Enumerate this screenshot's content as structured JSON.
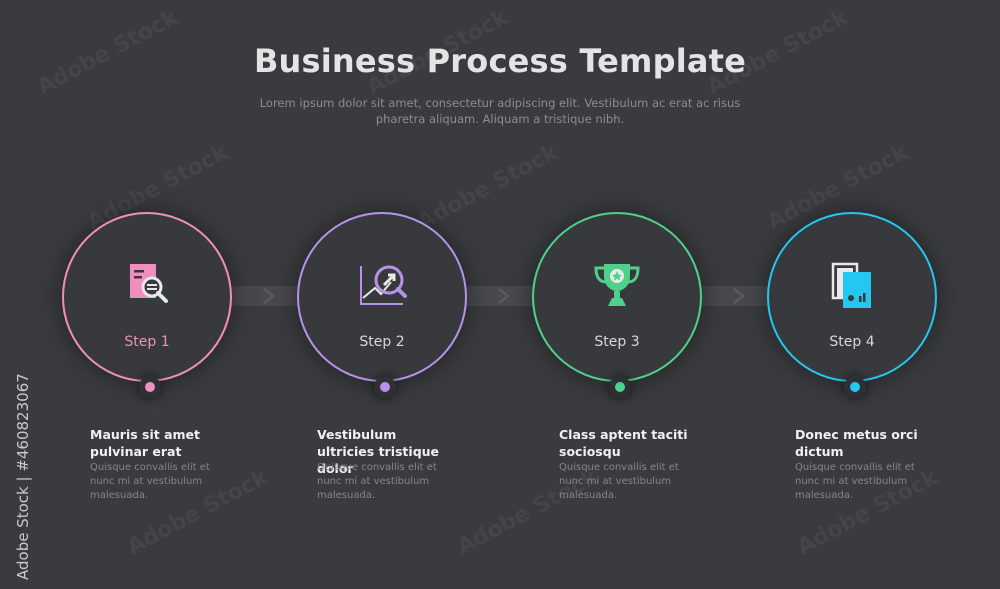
{
  "header": {
    "title": "Business Process Template",
    "subtitle": "Lorem ipsum dolor sit amet, consectetur adipiscing elit. Vestibulum ac erat ac risus pharetra aliquam. Aliquam a tristique nibh."
  },
  "steps": [
    {
      "label": "Step 1",
      "icon": "document-search-icon",
      "color": "#f08fbf",
      "heading": "Mauris sit amet pulvinar erat",
      "text": "Quisque convallis elit et nunc mi at vestibulum malesuada."
    },
    {
      "label": "Step 2",
      "icon": "growth-magnifier-icon",
      "color": "#b792ea",
      "heading": "Vestibulum ultricies tristique dolor",
      "text": "Quisque convallis elit et nunc mi at vestibulum malesuada."
    },
    {
      "label": "Step 3",
      "icon": "trophy-icon",
      "color": "#4fd18c",
      "heading": "Class aptent taciti sociosqu",
      "text": "Quisque convallis elit et nunc mi at vestibulum malesuada."
    },
    {
      "label": "Step 4",
      "icon": "report-documents-icon",
      "color": "#23c7f0",
      "heading": "Donec metus orci dictum",
      "text": "Quisque convallis elit et nunc mi at vestibulum malesuada."
    }
  ],
  "watermark": {
    "text": "Adobe Stock | #460823067",
    "ghost_text": "Adobe Stock"
  }
}
